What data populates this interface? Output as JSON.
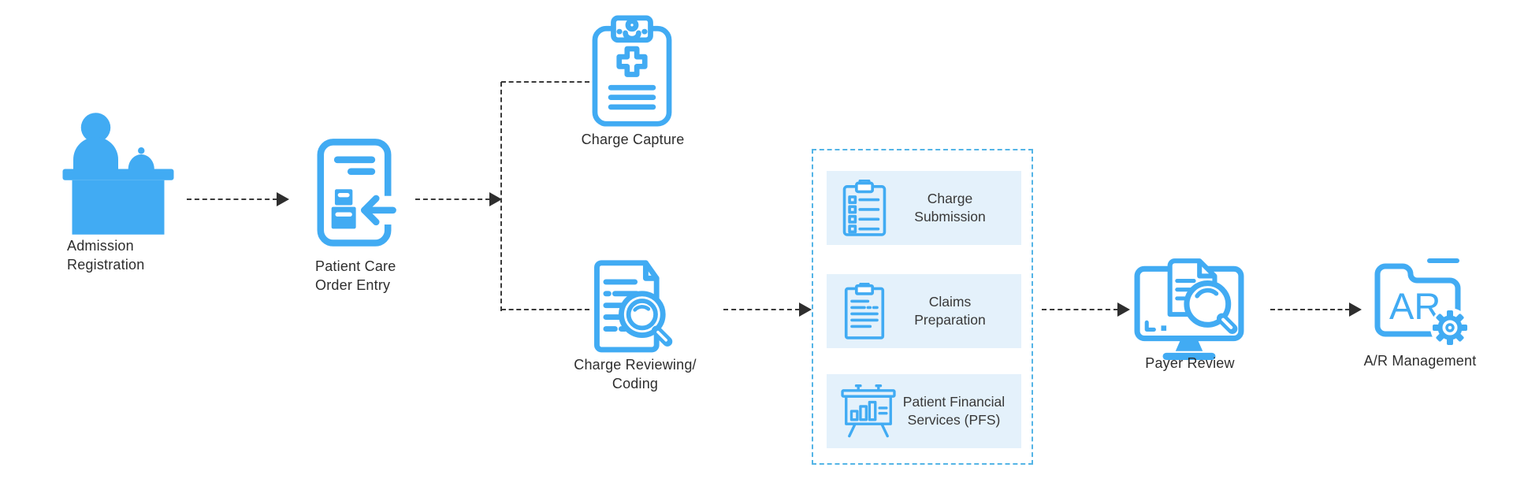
{
  "colors": {
    "icon_blue": "#41abf3",
    "group_border_blue": "#54b4e6",
    "group_row_bg": "#e4f1fb",
    "connector_dark": "#3a3a3a",
    "label_dark": "#2e2e2e"
  },
  "nodes": {
    "admission_registration": {
      "label": "Admission\nRegistration",
      "icon": "reception-desk-icon"
    },
    "patient_care_order_entry": {
      "label": "Patient Care\nOrder Entry",
      "icon": "order-entry-document-icon"
    },
    "charge_capture": {
      "label": "Charge Capture",
      "icon": "medical-clipboard-icon"
    },
    "charge_reviewing_coding": {
      "label": "Charge Reviewing/\nCoding",
      "icon": "document-magnifier-icon"
    },
    "payer_review": {
      "label": "Payer Review",
      "icon": "monitor-document-magnifier-icon"
    },
    "ar_management": {
      "label": "A/R Management",
      "icon": "ar-folder-gear-icon",
      "folder_text": "AR"
    }
  },
  "billing_group": {
    "items": [
      {
        "label": "Charge\nSubmission",
        "icon": "checklist-clipboard-icon"
      },
      {
        "label": "Claims\nPreparation",
        "icon": "lined-clipboard-icon"
      },
      {
        "label": "Patient Financial\nServices (PFS)",
        "icon": "bar-chart-easel-icon"
      }
    ]
  }
}
